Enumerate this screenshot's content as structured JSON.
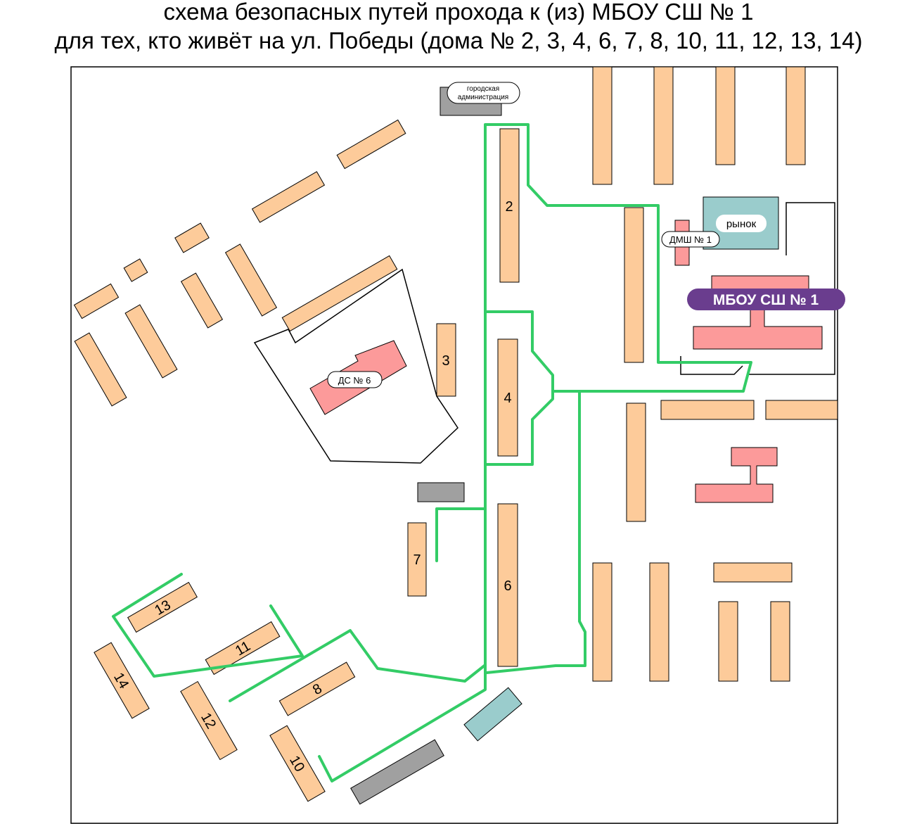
{
  "title": {
    "line1": "схема безопасных путей прохода к (из) МБОУ СШ № 1",
    "line2": "для тех, кто живёт на ул. Победы (дома № 2, 3, 4, 6, 7, 8, 10, 11, 12, 13, 14)"
  },
  "labels": {
    "city_admin_line1": "городская",
    "city_admin_line2": "администрация",
    "market": "рынок",
    "music_school": "ДМШ № 1",
    "school": "МБОУ СШ № 1",
    "kindergarten": "ДС № 6"
  },
  "houses": {
    "h2": "2",
    "h3": "3",
    "h4": "4",
    "h6": "6",
    "h7": "7",
    "h8": "8",
    "h10": "10",
    "h11": "11",
    "h12": "12",
    "h13": "13",
    "h14": "14"
  },
  "colors": {
    "residential": "#fdcb9a",
    "public_building": "#fc9a9a",
    "market": "#9acccc",
    "garage": "#a0a0a0",
    "safe_route": "#33cc66",
    "school_badge": "#6a3d8e"
  }
}
